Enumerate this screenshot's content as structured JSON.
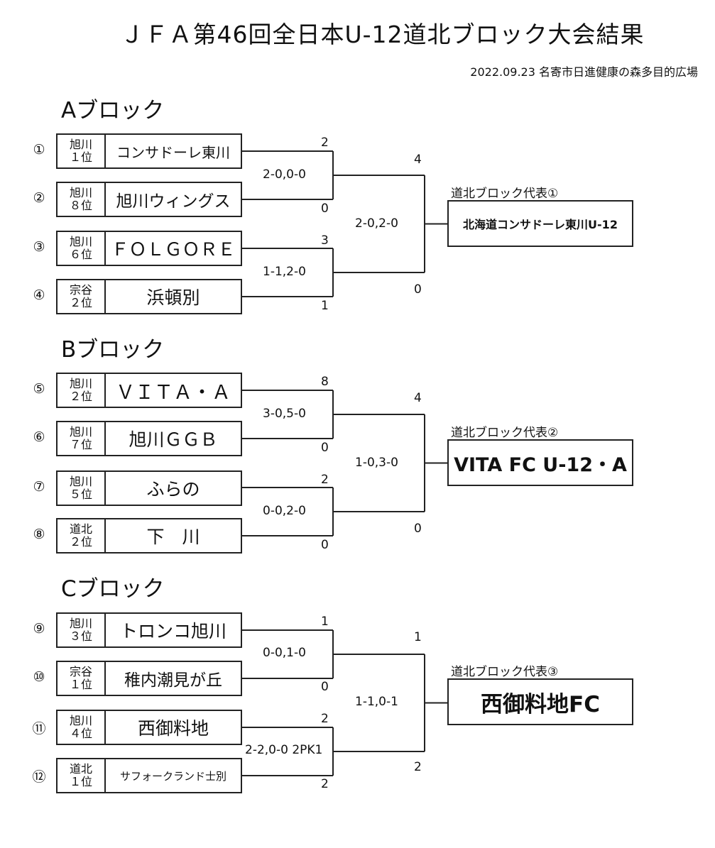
{
  "title": "ＪＦＡ第46回全日本U-12道北ブロック大会結果",
  "meta": "2022.09.23  名寄市日進健康の森多目的広場",
  "blocks": [
    {
      "title": "Aブロック",
      "teams": [
        {
          "num": "①",
          "area": "旭川",
          "rank": "１位",
          "name": "コンサドーレ東川",
          "score": "2"
        },
        {
          "num": "②",
          "area": "旭川",
          "rank": "８位",
          "name": "旭川ウィングス",
          "score": "0"
        },
        {
          "num": "③",
          "area": "旭川",
          "rank": "６位",
          "name": "ＦＯＬＧＯＲＥ",
          "score": "3"
        },
        {
          "num": "④",
          "area": "宗谷",
          "rank": "２位",
          "name": "浜頓別",
          "score": "1"
        }
      ],
      "semi_results": [
        "2-0,0-0",
        "1-1,2-0"
      ],
      "final_scores": [
        "4",
        "0"
      ],
      "final_result": "2-0,2-0",
      "rep_label": "道北ブロック代表①",
      "rep_name": "北海道コンサドーレ東川U-12"
    },
    {
      "title": "Bブロック",
      "teams": [
        {
          "num": "⑤",
          "area": "旭川",
          "rank": "２位",
          "name": "ＶＩＴＡ・Ａ",
          "score": "8"
        },
        {
          "num": "⑥",
          "area": "旭川",
          "rank": "７位",
          "name": "旭川ＧＧＢ",
          "score": "0"
        },
        {
          "num": "⑦",
          "area": "旭川",
          "rank": "５位",
          "name": "ふらの",
          "score": "2"
        },
        {
          "num": "⑧",
          "area": "道北",
          "rank": "２位",
          "name": "下　川",
          "score": "0"
        }
      ],
      "semi_results": [
        "3-0,5-0",
        "0-0,2-0"
      ],
      "final_scores": [
        "4",
        "0"
      ],
      "final_result": "1-0,3-0",
      "rep_label": "道北ブロック代表②",
      "rep_name": "VITA FC U-12・A"
    },
    {
      "title": "Cブロック",
      "teams": [
        {
          "num": "⑨",
          "area": "旭川",
          "rank": "３位",
          "name": "トロンコ旭川",
          "score": "1"
        },
        {
          "num": "⑩",
          "area": "宗谷",
          "rank": "１位",
          "name": "稚内潮見が丘",
          "score": "0"
        },
        {
          "num": "⑪",
          "area": "旭川",
          "rank": "４位",
          "name": "西御料地",
          "score": "2"
        },
        {
          "num": "⑫",
          "area": "道北",
          "rank": "１位",
          "name": "サフォークランド士別",
          "score": "2"
        }
      ],
      "semi_results": [
        "0-0,1-0",
        "2-2,0-0 2PK1"
      ],
      "final_scores": [
        "1",
        "2"
      ],
      "final_result": "1-1,0-1",
      "rep_label": "道北ブロック代表③",
      "rep_name": "西御料地FC"
    }
  ]
}
